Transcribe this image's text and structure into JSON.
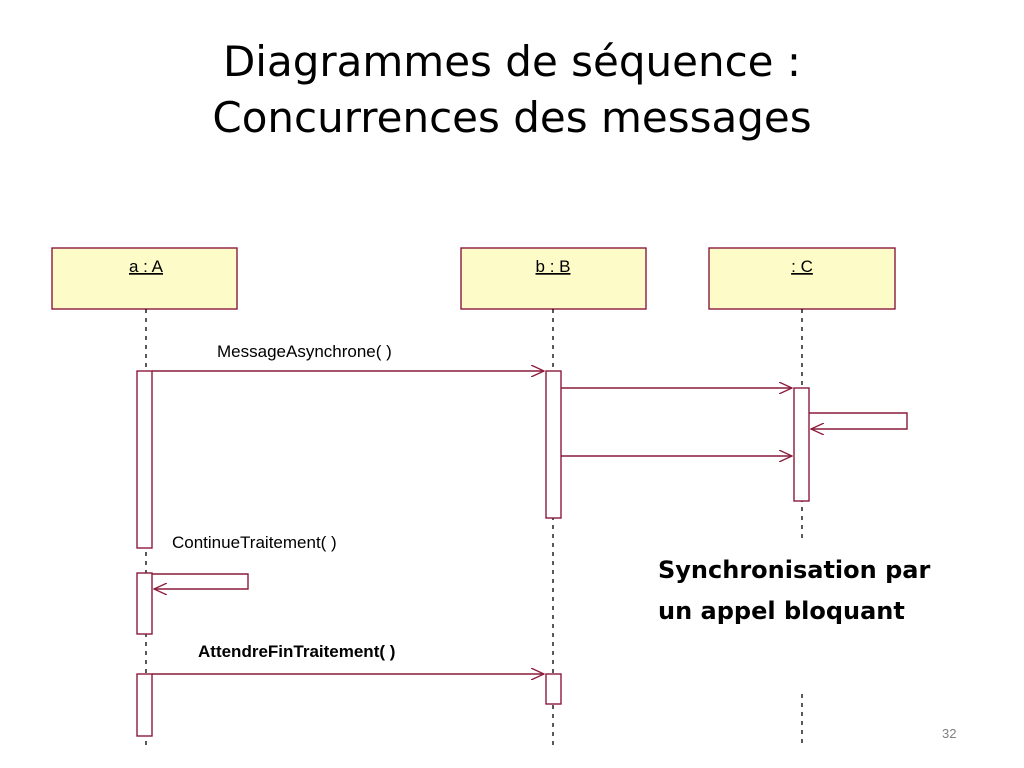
{
  "title": {
    "line1": "Diagrammes de séquence :",
    "line2": "Concurrences des messages"
  },
  "objects": [
    {
      "label": "a : A"
    },
    {
      "label": "b : B"
    },
    {
      "label": " : C"
    }
  ],
  "messages": {
    "async": "MessageAsynchrone( )",
    "continue": "ContinueTraitement( )",
    "wait": "AttendreFinTraitement( )"
  },
  "note": {
    "line1": "Synchronisation par",
    "line2": "un appel bloquant"
  },
  "page_number": "32",
  "colors": {
    "object_fill": "#fdfbc8",
    "line": "#8b1a3b"
  }
}
